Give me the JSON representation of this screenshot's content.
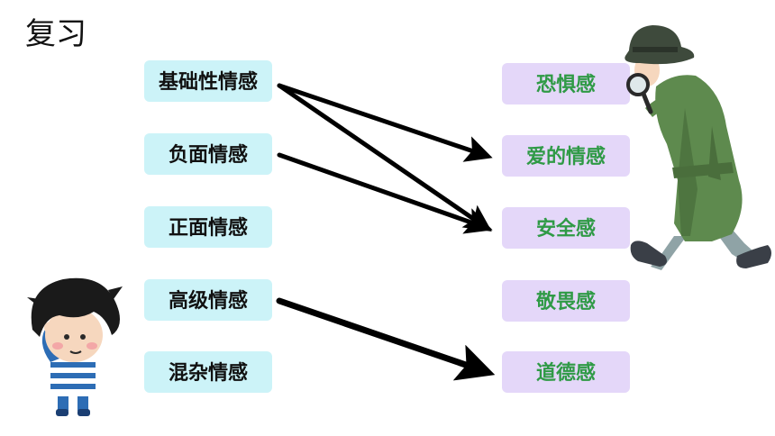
{
  "title": "复习",
  "left_items": [
    {
      "label": "基础性情感"
    },
    {
      "label": "负面情感"
    },
    {
      "label": "正面情感"
    },
    {
      "label": "高级情感"
    },
    {
      "label": "混杂情感"
    }
  ],
  "right_items": [
    {
      "label": "恐惧感"
    },
    {
      "label": "爱的情感"
    },
    {
      "label": "安全感"
    },
    {
      "label": "敬畏感"
    },
    {
      "label": "道德感"
    }
  ],
  "connections": [
    {
      "from": 0,
      "to": 1
    },
    {
      "from": 0,
      "to": 2
    },
    {
      "from": 1,
      "to": 2
    },
    {
      "from": 3,
      "to": 4
    }
  ],
  "colors": {
    "left_box_bg": "#ccf3f8",
    "right_box_bg": "#e4d7f9",
    "right_text": "#2f9a46",
    "arrow": "#000000"
  },
  "illustrations": [
    "detective-illustration",
    "boy-illustration"
  ]
}
